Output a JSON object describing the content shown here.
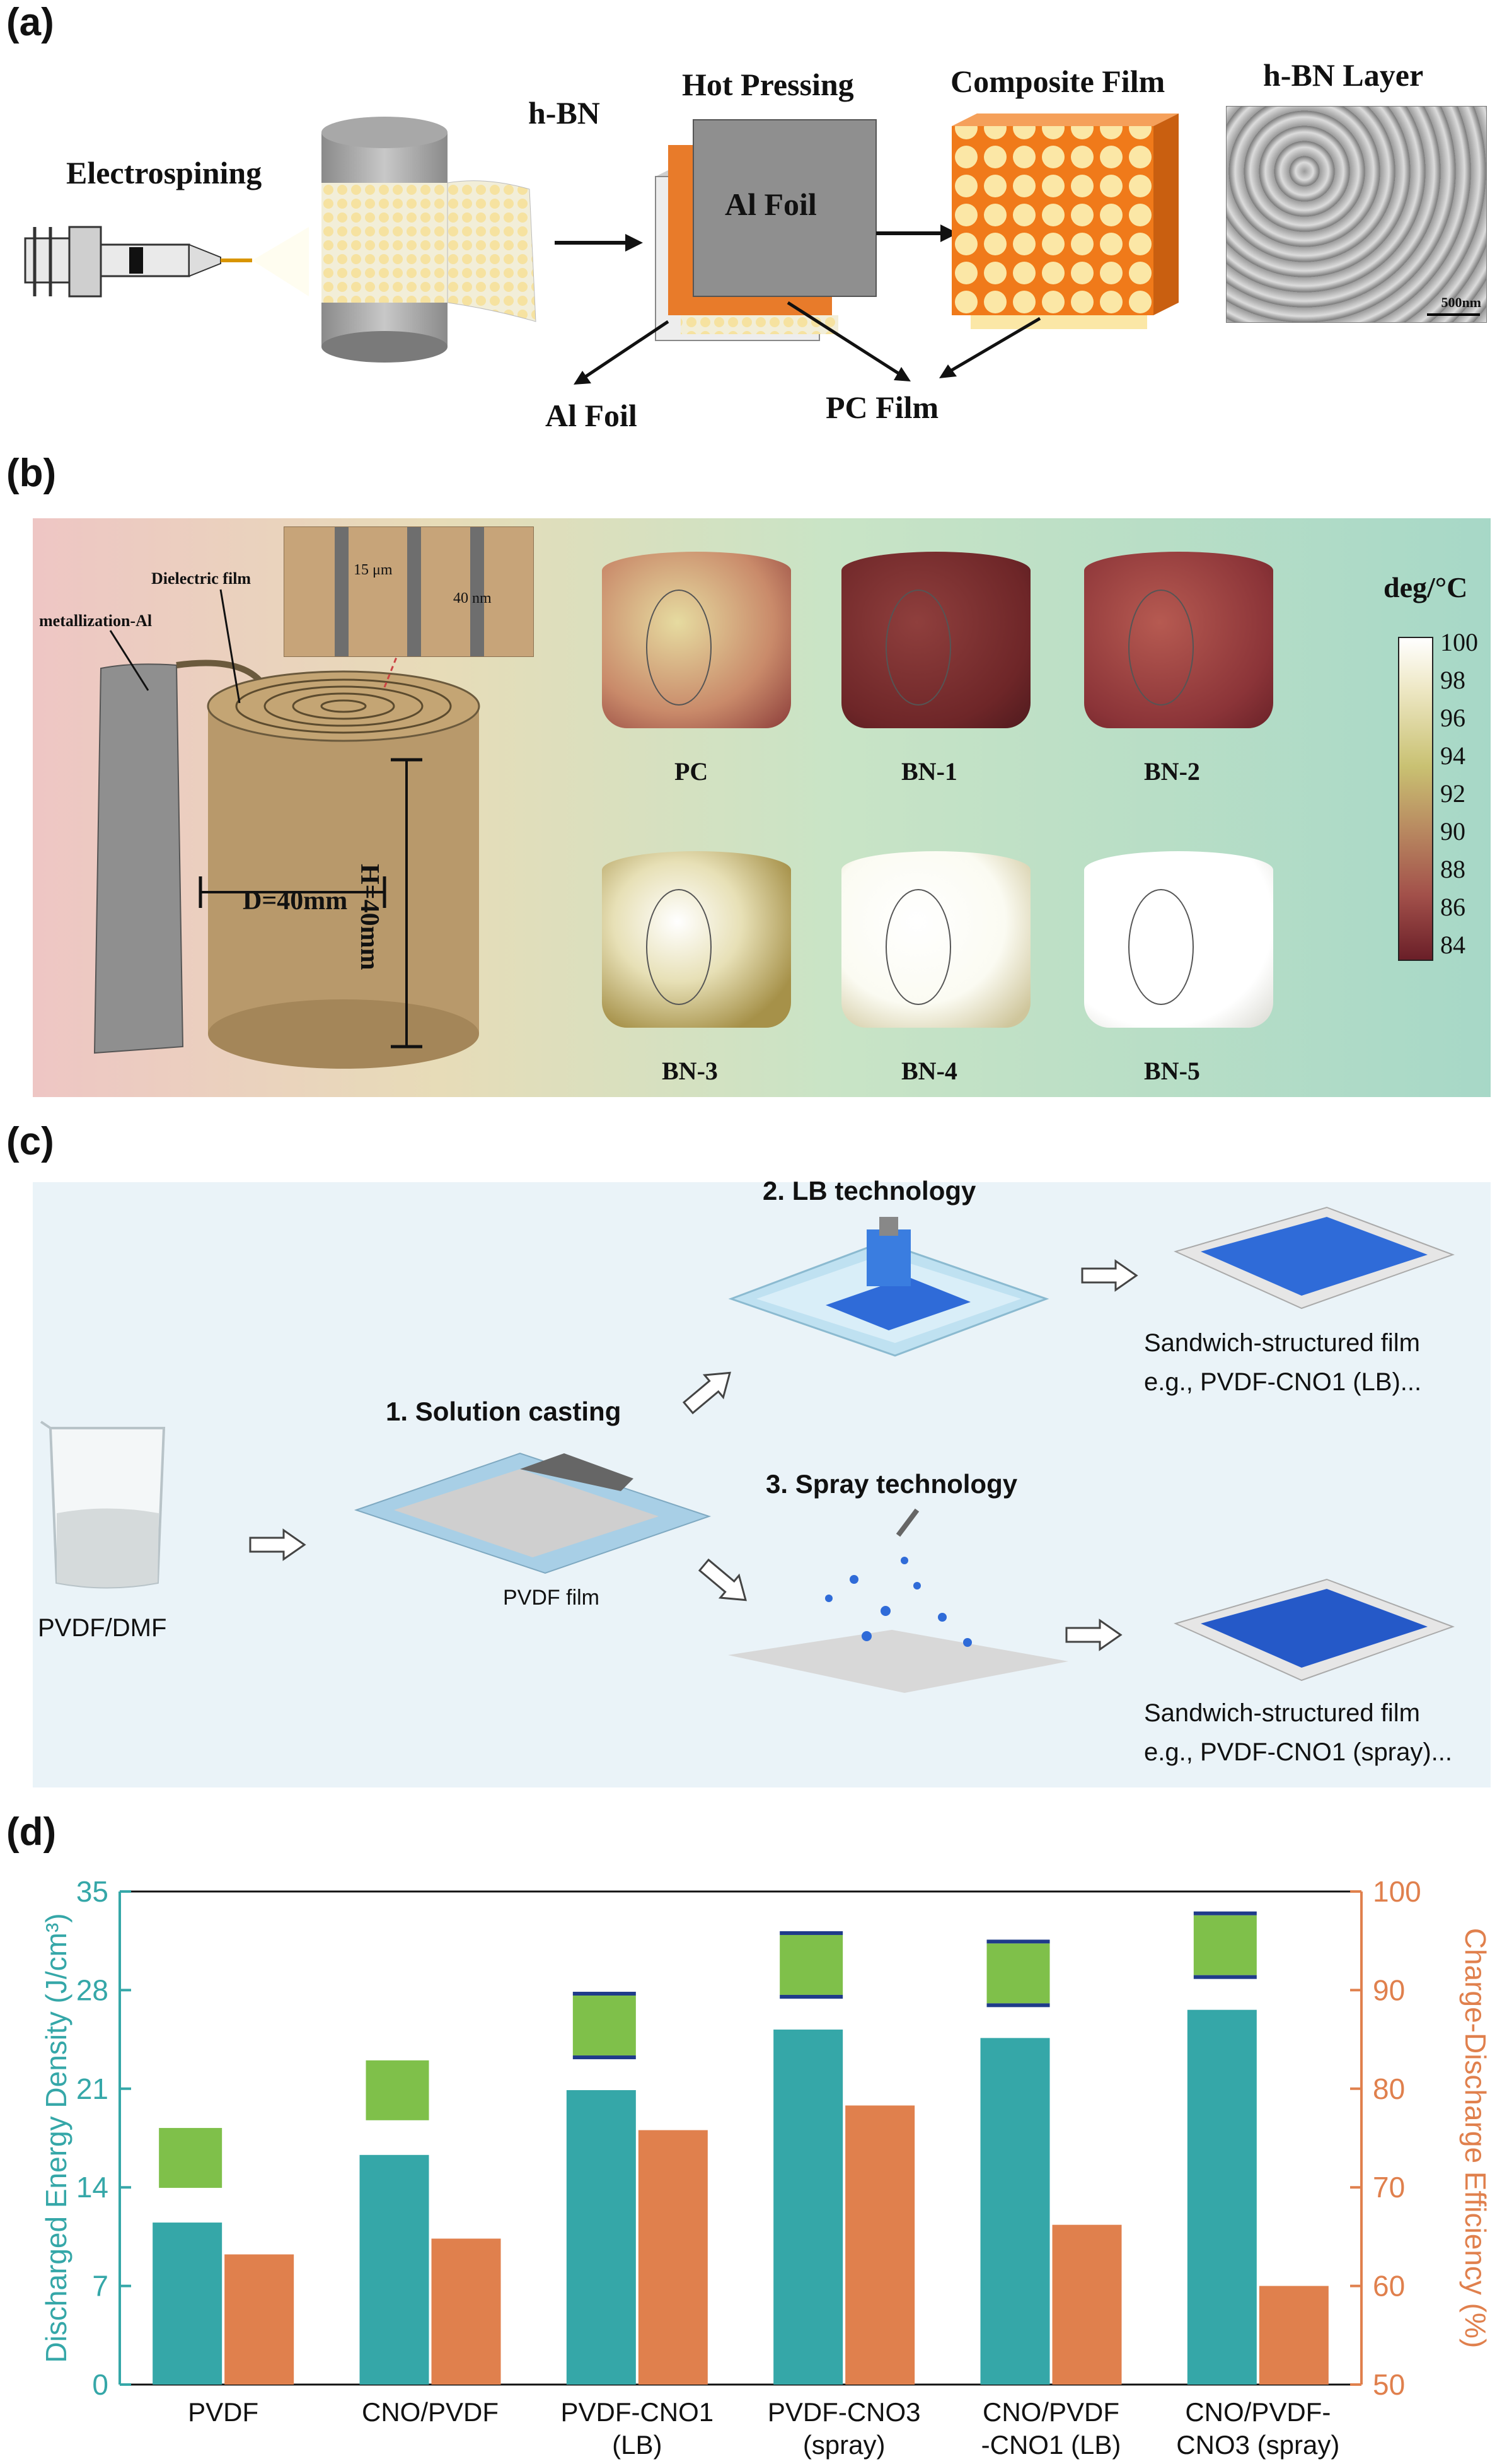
{
  "panels": {
    "a": {
      "label": "(a)",
      "electrospinning": "Electrospining",
      "hbn": "h-BN",
      "hot_pressing": "Hot Pressing",
      "al_foil_center": "Al Foil",
      "composite_film": "Composite Film",
      "hbn_layer": "h-BN Layer",
      "al_foil_bottom": "Al Foil",
      "pc_film": "PC Film",
      "scale_bar": "500nm"
    },
    "b": {
      "label": "(b)",
      "metallization": "metallization-Al",
      "dielectric_film": "Dielectric film",
      "inset_thickness": "15 μm",
      "inset_gap": "40 nm",
      "diameter": "D=40mm",
      "height": "H=40mm",
      "samples": [
        "PC",
        "BN-1",
        "BN-2",
        "BN-3",
        "BN-4",
        "BN-5"
      ],
      "colorbar_title": "deg/°C",
      "colorbar_ticks": [
        "100",
        "98",
        "96",
        "94",
        "92",
        "90",
        "88",
        "86",
        "84"
      ]
    },
    "c": {
      "label": "(c)",
      "beaker": "PVDF/DMF",
      "step1": "1. Solution casting",
      "pvdf_film": "PVDF film",
      "step2": "2. LB technology",
      "step3": "3. Spray technology",
      "result_lb_1": "Sandwich-structured film",
      "result_lb_2": "e.g., PVDF-CNO1 (LB)...",
      "result_spray_1": "Sandwich-structured film",
      "result_spray_2": "e.g., PVDF-CNO1 (spray)..."
    },
    "d": {
      "label": "(d)"
    }
  },
  "chart_data": {
    "type": "bar",
    "categories": [
      [
        "PVDF"
      ],
      [
        "CNO/PVDF"
      ],
      [
        "PVDF-CNO1",
        "(LB)"
      ],
      [
        "PVDF-CNO3",
        "(spray)"
      ],
      [
        "CNO/PVDF",
        "-CNO1 (LB)"
      ],
      [
        "CNO/PVDF-",
        "CNO3 (spray)"
      ]
    ],
    "ylabel": "Discharged Energy Density (J/cm³)",
    "y2label": "Charge-Discharge Efficiency (%)",
    "ylim": [
      0,
      35
    ],
    "y2lim": [
      50,
      100
    ],
    "yticks": [
      "0",
      "7",
      "14",
      "21",
      "28",
      "35"
    ],
    "y2ticks": [
      "50",
      "60",
      "70",
      "80",
      "90",
      "100"
    ],
    "series": [
      {
        "values": [
          11.5,
          16.3,
          20.9,
          25.2,
          24.6,
          26.6
        ],
        "axis": "left",
        "color": "#35a7a8"
      },
      {
        "values": [
          63.2,
          64.8,
          75.8,
          78.3,
          66.2,
          60.0
        ],
        "axis": "right",
        "color": "#e0804d"
      }
    ],
    "colors": {
      "left_axis": "#35a7a8",
      "right_axis": "#e0804d"
    }
  }
}
